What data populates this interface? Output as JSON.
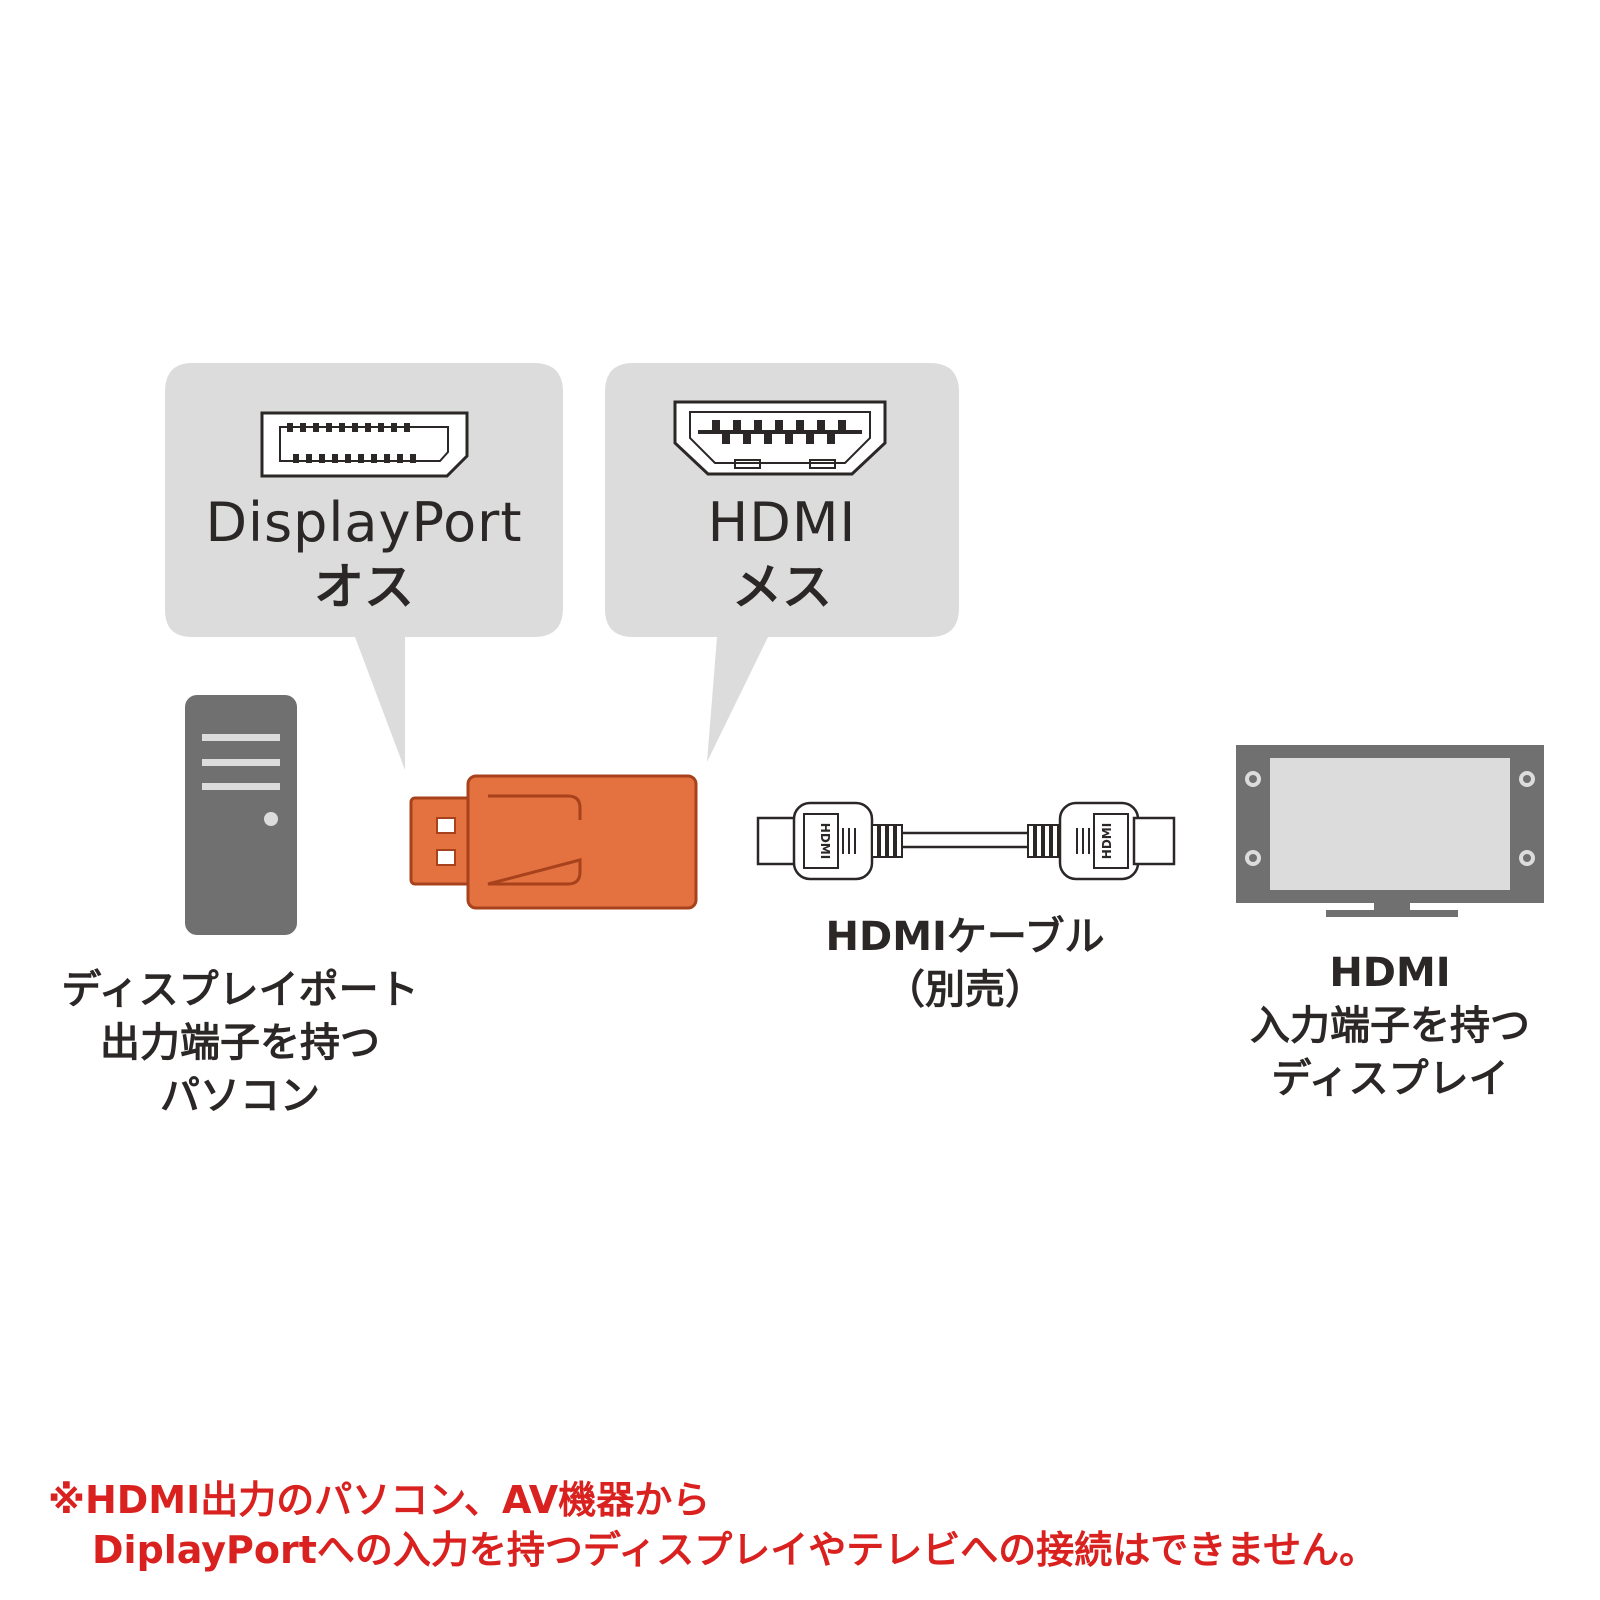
{
  "colors": {
    "bubble": "#dcdcdc",
    "adapter": "#e37240",
    "adapter_outline": "#a8421d",
    "device_gray": "#707070",
    "note_red": "#d9211f",
    "text": "#2b2726"
  },
  "bubbles": {
    "displayport": {
      "line1": "DisplayPort",
      "line2": "オス",
      "icon": "displayport-port-icon"
    },
    "hdmi": {
      "line1": "HDMI",
      "line2": "メス",
      "icon": "hdmi-port-icon"
    }
  },
  "devices": {
    "pc": {
      "line1": "ディスプレイポート",
      "line2": "出力端子を持つ",
      "line3": "パソコン",
      "icon": "desktop-pc-icon"
    },
    "cable": {
      "line1": "HDMIケーブル",
      "line2": "（別売）",
      "icon": "hdmi-cable-icon",
      "plug_text": "HDMI"
    },
    "display": {
      "line1": "HDMI",
      "line2": "入力端子を持つ",
      "line3": "ディスプレイ",
      "icon": "tv-display-icon"
    }
  },
  "note": {
    "line1": "※HDMI出力のパソコン、AV機器から",
    "line2": "DiplayPortへの入力を持つディスプレイやテレビへの接続はできません。"
  }
}
